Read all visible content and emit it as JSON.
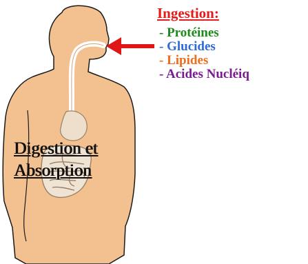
{
  "ingestion": {
    "title": "Ingestion:",
    "items": [
      "- Protéines",
      "- Glucides",
      "- Lipides",
      "- Acides Nucléiq"
    ]
  },
  "digestion": {
    "line1": "Digestion et",
    "line2": "Absorption"
  },
  "colors": {
    "skin": "#f3c08f",
    "arrow": "#e01717",
    "title": "#e31b1b",
    "proteins": "#1e8a1e",
    "carbs": "#2f6bd8",
    "lipids": "#ec6d1a",
    "nucleic_acids": "#7a1b8f"
  },
  "icons": [
    "human-body-silhouette",
    "digestive-tract",
    "ingestion-arrow"
  ]
}
